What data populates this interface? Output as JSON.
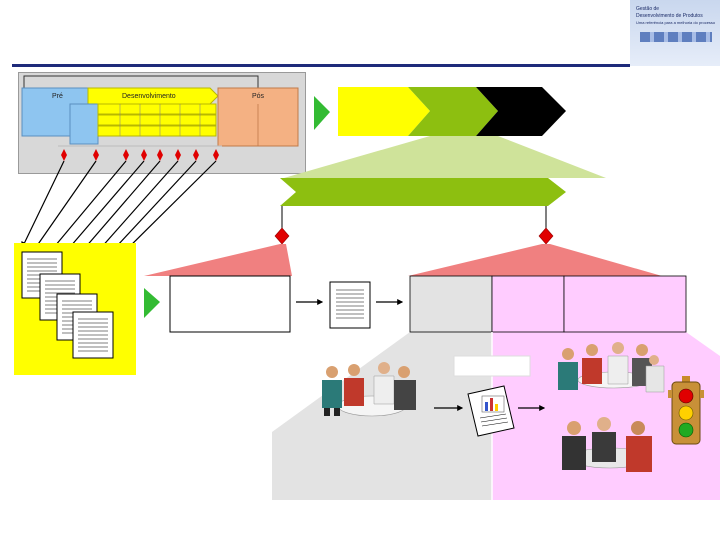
{
  "logo": {
    "line1": "Gestão de",
    "line2": "Desenvolvimento de Produtos",
    "line3": "Uma referência para a melhoria do processo"
  },
  "phases": {
    "pre": "Pré",
    "dev": "Desenvolvimento",
    "pos": "Pós"
  },
  "colors": {
    "accent_navy": "#1e2a7a",
    "yellow": "#ffff00",
    "green": "#8dbf10",
    "salmon": "#f4b183",
    "blue": "#8ec5f0",
    "pink": "#ffccff",
    "grey": "#e3e3e3",
    "red": "#e00000"
  }
}
